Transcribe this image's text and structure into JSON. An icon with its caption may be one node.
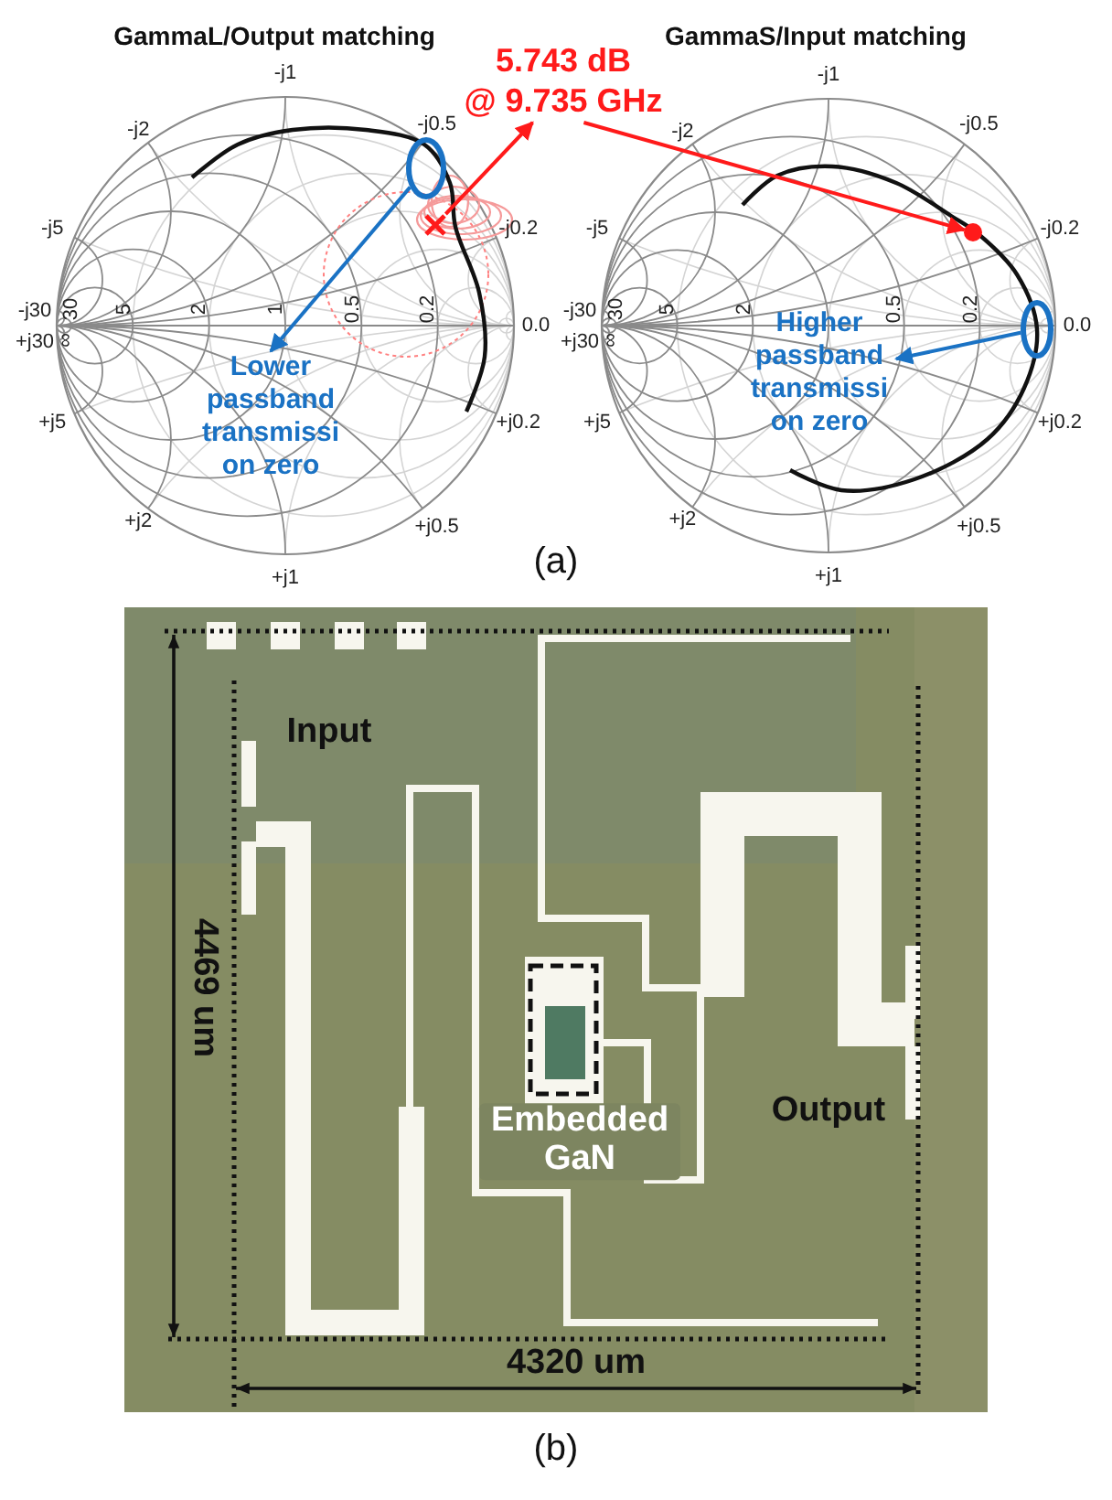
{
  "diagram": {
    "nodes": [
      {
        "text": [
          "5.743 dB",
          "@ 9.735 GHz"
        ]
      },
      {
        "text": [],
        "shape": "cross"
      },
      {
        "text": [],
        "shape": "circle"
      },
      {
        "text": [
          "Lower passband transmissi on zero"
        ]
      },
      {
        "text": [],
        "shape": "circle"
      },
      {
        "text": [
          "Higher passband transmissi on zero"
        ]
      },
      {
        "text": [],
        "shape": "circle"
      }
    ],
    "edges": [
      {
        "from": 1,
        "to": 0,
        "arrow": "to",
        "color": "#ff1a1a"
      },
      {
        "from": 0,
        "to": 2,
        "arrow": "to",
        "color": "#ff1a1a"
      },
      {
        "from": 4,
        "to": 3,
        "arrow": "to",
        "color": "#1a72c4"
      },
      {
        "from": 6,
        "to": 5,
        "arrow": "to",
        "color": "#1a72c4"
      }
    ],
    "labels": [
      "GammaL/Output matching",
      "-j1",
      "-j2",
      "-j0.5",
      "-j5",
      "-j0.2",
      "-j30",
      "∞",
      "30",
      "5",
      "2",
      "1",
      "0.5",
      "0.2",
      "0.0",
      "+j30",
      "+j5",
      "+j0.2",
      "+j2",
      "+j0.5",
      "+j1",
      "GammaS/Input matching",
      "-j1",
      "-j2",
      "-j0.5",
      "-j5",
      "-j0.2",
      "-j30",
      "∞",
      "30",
      "5",
      "2",
      "0.5",
      "0.2",
      "0.0",
      "+j30",
      "+j5",
      "+j0.2",
      "+j2",
      "+j0.5",
      "+j1",
      "(a)",
      "Input",
      "4469 um",
      "Output",
      "Embedded GaN",
      "4320 um",
      "(b)"
    ]
  }
}
